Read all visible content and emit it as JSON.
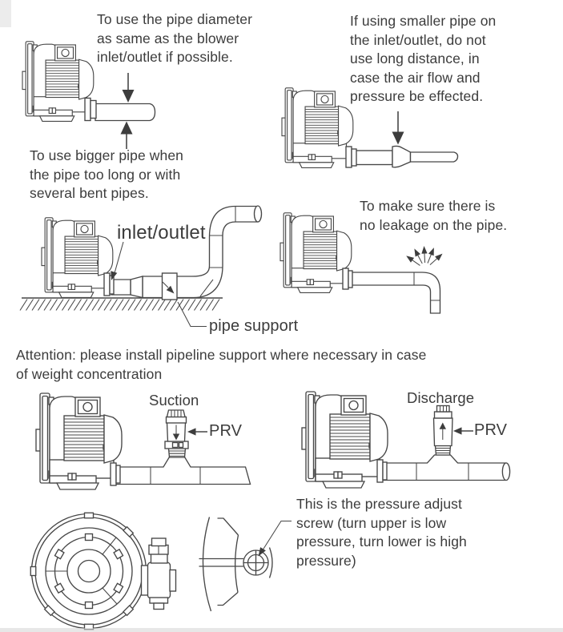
{
  "title": "Blower piping installation instructions diagram",
  "colors": {
    "ink": "#474747",
    "text": "#3c3c3c",
    "background": "#ffffff"
  },
  "panels": {
    "pipe_diameter": {
      "note_top": "To use the pipe diameter\nas same as the blower\ninlet/outlet if possible.",
      "note_bottom": "To use bigger pipe when\nthe pipe too long or with\nseveral bent pipes."
    },
    "smaller_pipe": {
      "note": "If using smaller pipe on\nthe inlet/outlet, do not\nuse long distance, in\ncase the air flow and\npressure be effected."
    },
    "pipeline": {
      "inlet_outlet_label": "inlet/outlet",
      "pipe_support_label": "pipe support"
    },
    "leakage": {
      "note": "To make sure there is\nno leakage on the pipe."
    },
    "attention": {
      "text": "Attention: please install pipeline support where necessary in case\nof weight concentration"
    },
    "suction": {
      "label": "Suction",
      "valve_label": "PRV"
    },
    "discharge": {
      "label": "Discharge",
      "valve_label": "PRV"
    },
    "adjust_screw": {
      "note": "This is the pressure adjust\nscrew (turn upper is low\npressure, turn lower is high\npressure)"
    }
  }
}
